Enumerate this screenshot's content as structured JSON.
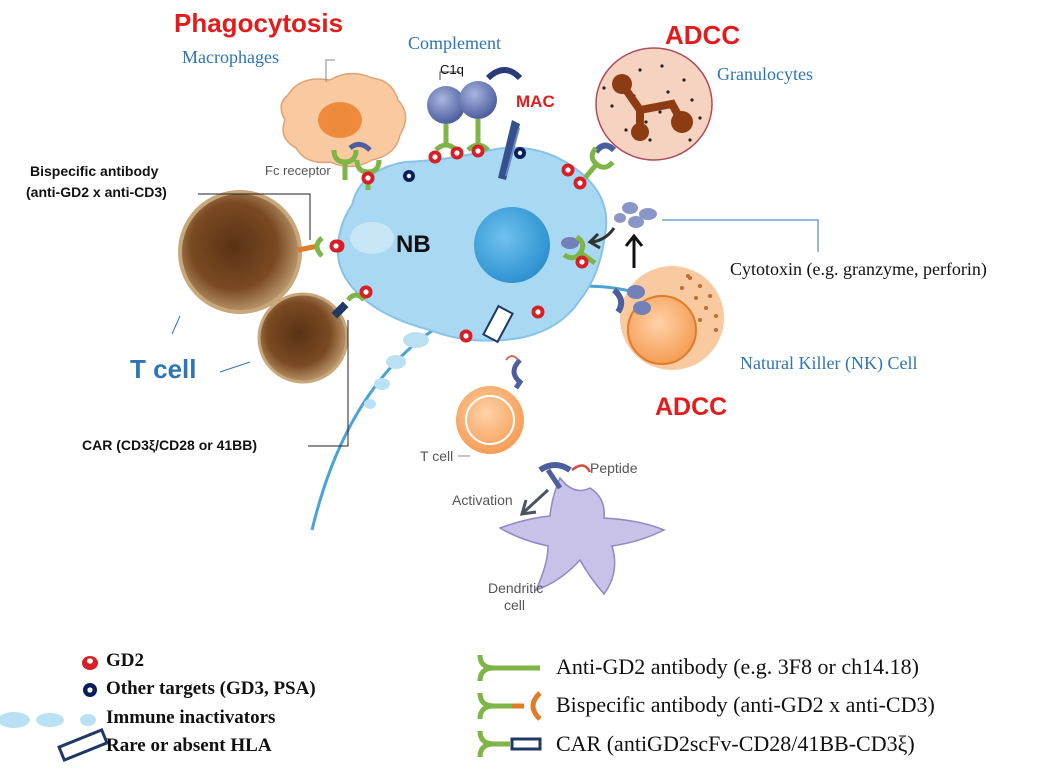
{
  "labels": {
    "phagocytosis": "Phagocytosis",
    "macrophages": "Macrophages",
    "complement": "Complement",
    "c1q": "C1q",
    "mac": "MAC",
    "adcc_top": "ADCC",
    "granulocytes": "Granulocytes",
    "fc_receptor": "Fc receptor",
    "bispecific_title": "Bispecific  antibody",
    "bispecific_sub": "(anti-GD2 x anti-CD3)",
    "nb": "NB",
    "cytotoxin": "Cytotoxin (e.g. granzyme, perforin)",
    "t_cell_big": "T cell",
    "nk_cell": "Natural Killer (NK) Cell",
    "adcc_bottom": "ADCC",
    "car": "CAR (CD3ξ/CD28  or 41BB)",
    "t_cell_small": "T cell",
    "peptide": "Peptide",
    "activation": "Activation",
    "dendritic_1": "Dendritic",
    "dendritic_2": "cell"
  },
  "legend_left": [
    {
      "icon": "gd2-icon",
      "label": "GD2"
    },
    {
      "icon": "other-target-icon",
      "label": "Other targets (GD3, PSA)"
    },
    {
      "icon": "immune-inactivator-icon",
      "label": "Immune inactivators"
    },
    {
      "icon": "hla-icon",
      "label": "Rare or absent HLA"
    }
  ],
  "legend_right": [
    {
      "icon": "anti-gd2-antibody-icon",
      "label": "Anti-GD2 antibody (e.g. 3F8 or ch14.18)"
    },
    {
      "icon": "bispecific-antibody-icon",
      "label": "Bispecific antibody (anti-GD2 x anti-CD3)"
    },
    {
      "icon": "car-icon",
      "label": "CAR (antiGD2scFv-CD28/41BB-CD3ξ)"
    }
  ],
  "colors": {
    "red_label": "#e31b1b",
    "blue_label": "#2e75b6",
    "nb_cell": "#a9d8f2",
    "antibody_green": "#7db646",
    "bispecific_orange": "#e07b2a",
    "hla_navy": "#1f3864"
  }
}
